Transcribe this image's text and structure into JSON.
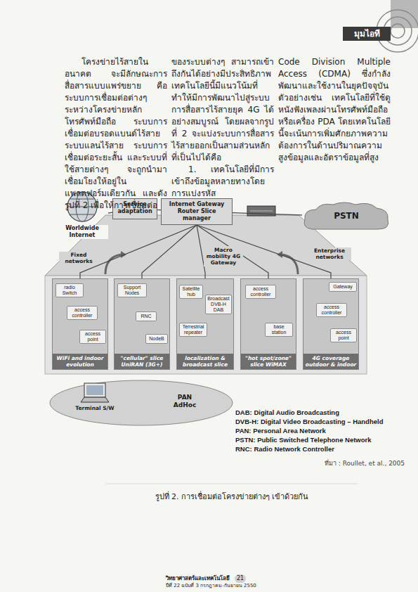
{
  "diagram": {
    "caption": "รูปที่ 2. การเชื่อมต่อโครงข่ายต่างๆ เข้าด้วยกัน",
    "nodes": [
      {
        "text": [
          "มุมไอที"
        ]
      },
      {
        "text": [
          "Worldwide Internet"
        ]
      },
      {
        "text": [
          "Service adaptation"
        ]
      },
      {
        "text": [
          "Internet Gateway Router Slice manager"
        ]
      },
      {
        "text": [
          "PSTN"
        ]
      },
      {
        "text": [
          "WiFi and indoor evolution"
        ]
      },
      {
        "text": [
          "radio Switch"
        ],
        "in": 5
      },
      {
        "text": [
          "access controller"
        ],
        "in": 5
      },
      {
        "text": [
          "access point"
        ],
        "in": 5
      },
      {
        "text": [
          "\"cellular\" slice UniRAN (3G+)"
        ]
      },
      {
        "text": [
          "Support Nodes"
        ],
        "in": 9
      },
      {
        "text": [
          "RNC"
        ],
        "in": 9
      },
      {
        "text": [
          "NodeB"
        ],
        "in": 9
      },
      {
        "text": [
          "localization & broadcast slice"
        ]
      },
      {
        "text": [
          "Satellite hub"
        ],
        "in": 13
      },
      {
        "text": [
          "Broadcast DVB-H DAB"
        ],
        "in": 13
      },
      {
        "text": [
          "Terrestrial repeater"
        ],
        "in": 13
      },
      {
        "text": [
          "\"hot spot/zone\" slice WiMAX"
        ]
      },
      {
        "text": [
          "access controller"
        ],
        "in": 17
      },
      {
        "text": [
          "base station"
        ],
        "in": 17
      },
      {
        "text": [
          "4G coverage outdoor & indoor"
        ]
      },
      {
        "text": [
          "Gateway"
        ],
        "in": 20
      },
      {
        "text": [
          "access controller"
        ],
        "in": 20
      },
      {
        "text": [
          "access point"
        ],
        "in": 20
      },
      {
        "text": [
          "PAN AdHoc"
        ]
      },
      {
        "text": [
          "Terminal S/W"
        ],
        "in": 24
      }
    ],
    "edges": [
      {
        "from": 1,
        "to": 2,
        "arrow": "none"
      },
      {
        "from": 2,
        "to": 3,
        "arrow": "none"
      },
      {
        "from": 3,
        "to": 4,
        "arrow": "none"
      },
      {
        "from": 3,
        "to": 5,
        "arrow": "none"
      },
      {
        "from": 3,
        "to": 9,
        "arrow": "none"
      },
      {
        "from": 3,
        "to": 13,
        "arrow": "none"
      },
      {
        "from": 3,
        "to": 17,
        "arrow": "none"
      },
      {
        "from": 3,
        "to": 20,
        "arrow": "none"
      },
      {
        "from": 6,
        "to": 7,
        "arrow": "none"
      },
      {
        "from": 7,
        "to": 8,
        "arrow": "none"
      },
      {
        "from": 10,
        "to": 11,
        "arrow": "none"
      },
      {
        "from": 11,
        "to": 12,
        "arrow": "none"
      },
      {
        "from": 15,
        "to": 16,
        "arrow": "none"
      },
      {
        "from": 18,
        "to": 19,
        "arrow": "none"
      },
      {
        "from": 21,
        "to": 22,
        "arrow": "none"
      },
      {
        "from": 22,
        "to": 23,
        "arrow": "none"
      }
    ],
    "labels": [
      "โครงข่ายไร้สายในอนาคต จะมีลักษณะการสื่อสารแบบแพร่ขยาย คือ ระบบการเชื่อมต่อต่างๆ ระหว่างโครงข่ายหลัก โทรศัพท์มือถือ ระบบการเชื่อมต่อบรอดแบนด์ไร้สาย ระบบแลนไร้สาย ระบบการเชื่อมต่อระยะสั้น และระบบที่ใช้สายต่างๆ จะถูกนำมาเชื่อมโยงให้อยู่ในแพลตฟอร์มเดียวกัน และดังรูปที่ 2 เพื่อให้การเชื่อมต่อ",
      "ของระบบต่างๆ สามารถเข้าถึงกันได้อย่างมีประสิทธิภาพ เทคโนโลยีนี้มีแนวโน้มที่ทำให้มีการพัฒนาไปสู่ระบบการสื่อสารไร้สายยุค 4G ได้อย่างสมบูรณ์ โดยผลจากรูปที่ 2 จะแบ่งระบบการสื่อสารไร้สายออกเป็นสามส่วนหลัก ที่เป็นไปได้คือ",
      "1. เทคโนโลยีที่มีการเข้าถึงข้อมูลหลายทางโดยการแบ่งรหัส",
      "Code Division Multiple Access (CDMA) ซึ่งกำลังพัฒนาและใช้งานในยุคปัจจุบัน ตัวอย่างเช่น เทคโนโลยีที่ใช้ดูหนังฟังเพลงผ่านโทรศัพท์มือถือหรือเครื่อง PDA โดยเทคโนโลยีนี้จะเน้นการเพิ่มศักยภาพความต้องการในด้านปริมาณความสูงข้อมูลและอัตราข้อมูลที่สูง",
      "Macro mobility 4G Gateway",
      "Fixed networks",
      "Enterprise networks",
      "DAB: Digital Audio Broadcasting",
      "DVB-H: Digital Video Broadcasting – Handheld",
      "PAN: Personal Area Network",
      "PSTN: Public Switched Telephone Network",
      "RNC: Radio Network Controller",
      "ที่มา : Roullet, et al., 2005",
      "วิทยาศาสตร์และเทคโนโลยี",
      "21",
      "ปีที่ 22 ฉบับที่ 3 กรกฎาคม-กันยายน 2550"
    ]
  }
}
